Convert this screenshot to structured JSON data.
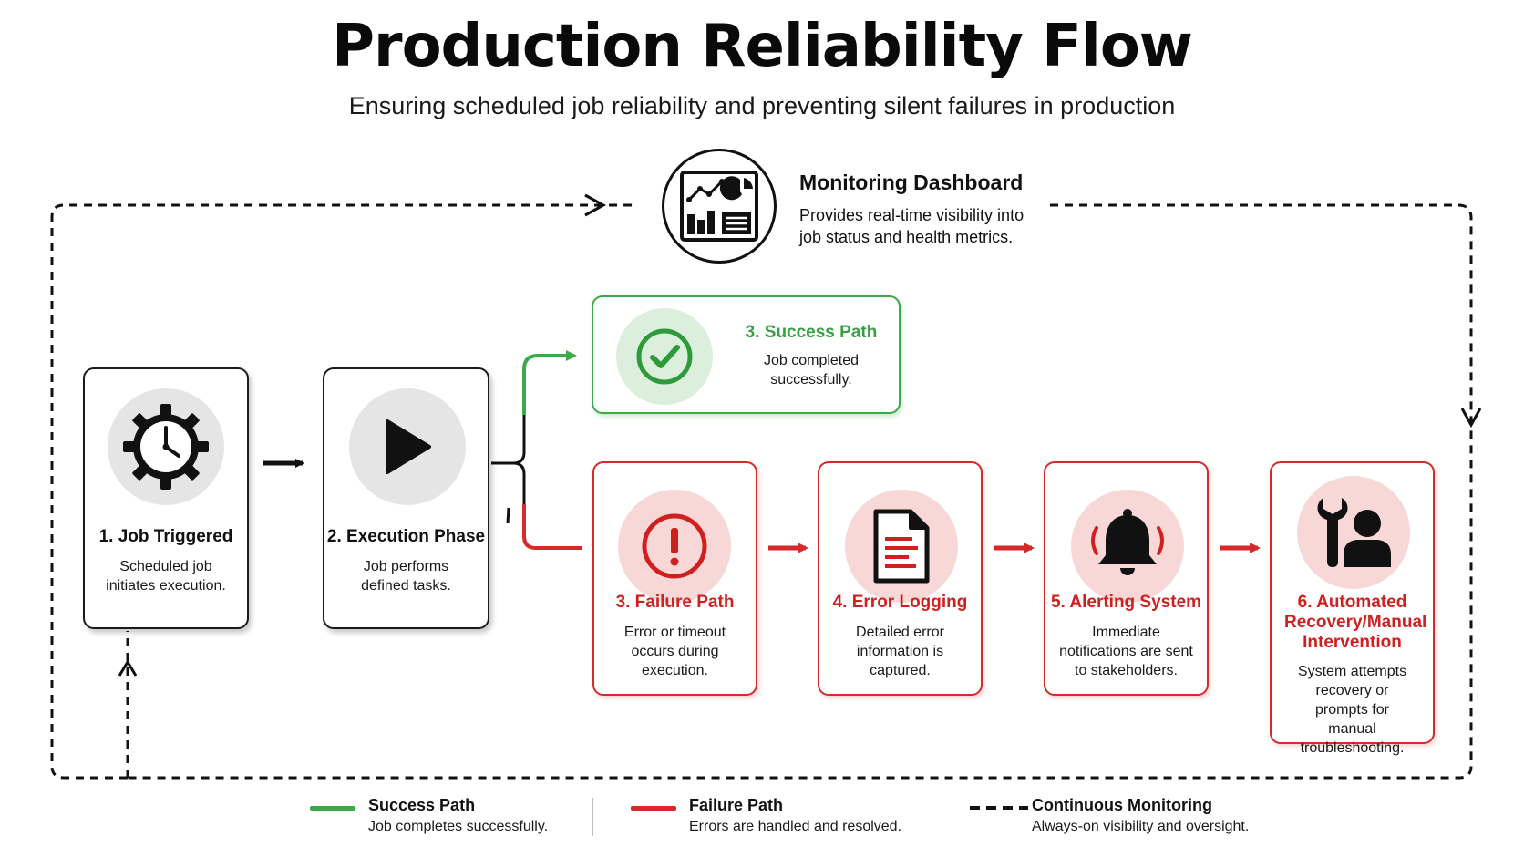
{
  "header": {
    "title": "Production Reliability Flow",
    "subtitle": "Ensuring scheduled job reliability and preventing silent failures in production"
  },
  "monitoring": {
    "icon": "dashboard-icon",
    "title": "Monitoring Dashboard",
    "description": "Provides real-time visibility into job status and health metrics."
  },
  "steps": {
    "job_triggered": {
      "icon": "gear-clock-icon",
      "title": "1. Job Triggered",
      "description": "Scheduled job initiates execution."
    },
    "execution": {
      "icon": "play-icon",
      "title": "2. Execution Phase",
      "description": "Job performs defined tasks."
    },
    "success": {
      "icon": "check-circle-icon",
      "title": "3. Success Path",
      "description": "Job completed successfully."
    },
    "failure": {
      "icon": "exclamation-icon",
      "title": "3. Failure Path",
      "description": "Error or timeout occurs during execution."
    },
    "logging": {
      "icon": "document-icon",
      "title": "4. Error Logging",
      "description": "Detailed error information is captured."
    },
    "alerting": {
      "icon": "bell-icon",
      "title": "5. Alerting System",
      "description": "Immediate notifications are sent to stakeholders."
    },
    "recovery": {
      "icon": "wrench-person-icon",
      "title": "6. Automated Recovery/Manual Intervention",
      "description": "System attempts recovery or prompts for manual troubleshooting."
    }
  },
  "legend": {
    "success": {
      "title": "Success Path",
      "description": "Job completes successfully."
    },
    "failure": {
      "title": "Failure Path",
      "description": "Errors are handled and resolved."
    },
    "monitoring": {
      "title": "Continuous Monitoring",
      "description": "Always-on visibility and oversight."
    }
  },
  "colors": {
    "success": "#3daa48",
    "failure": "#d42a2a",
    "monitoring": "#111111"
  }
}
